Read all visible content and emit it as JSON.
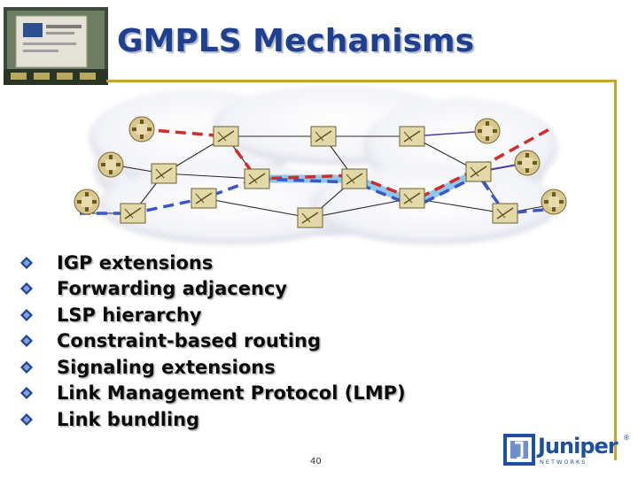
{
  "slide": {
    "title": "GMPLS Mechanisms",
    "page_number": "40"
  },
  "bullets": [
    "IGP extensions",
    "Forwarding adjacency",
    "LSP hierarchy",
    "Constraint-based routing",
    "Signaling extensions",
    "Link Management Protocol (LMP)",
    "Link bundling"
  ],
  "logo": {
    "word": "Juniper",
    "sub": "NETWORKS",
    "reg": "®"
  },
  "colors": {
    "title": "#1f3f8f",
    "accent_rule": "#c9a227",
    "bullet": "#1f3f8f",
    "lsp_red": "#d42a2a",
    "lsp_blue": "#3a56c8",
    "lsp_lightblue": "#8fc8ec"
  },
  "icons": {
    "bullet": "diamond-bullet-icon",
    "router": "router-icon",
    "oxc": "optical-switch-icon"
  }
}
